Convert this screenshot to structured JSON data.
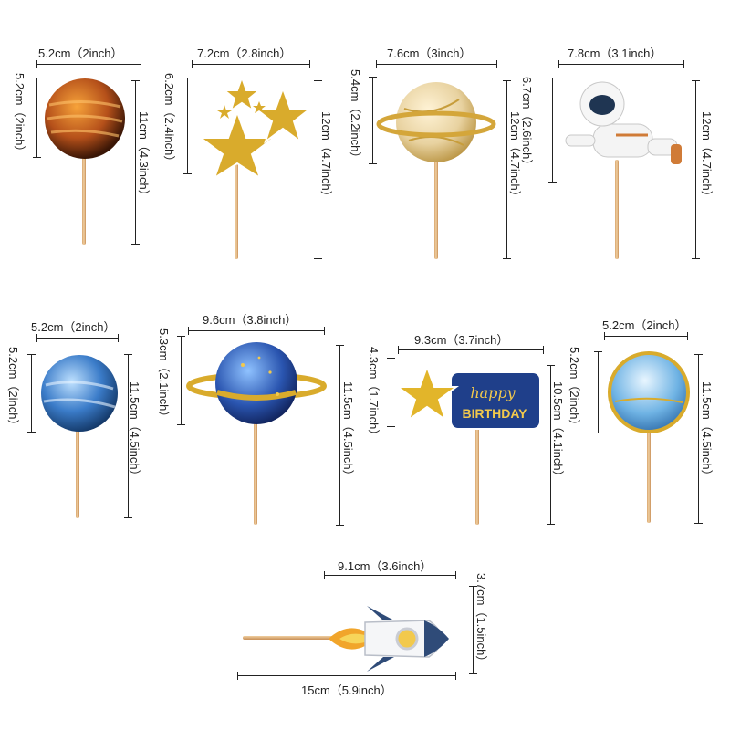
{
  "toppers": [
    {
      "name": "orange-planet",
      "width": "5.2cm（2inch）",
      "height": "5.2cm（2inch）",
      "total": "11cm（4.3inch）"
    },
    {
      "name": "gold-stars",
      "width": "7.2cm（2.8inch）",
      "height": "6.2cm（2.4inch）",
      "total": "12cm（4.7inch）"
    },
    {
      "name": "gold-ringed-planet",
      "width": "7.6cm（3inch）",
      "height": "5.4cm（2.2inch）",
      "total": "12cm（4.7inch）"
    },
    {
      "name": "astronaut",
      "width": "7.8cm（3.1inch）",
      "height": "6.7cm（2.6inch）",
      "total": "12cm（4.7inch）"
    },
    {
      "name": "blue-planet",
      "width": "5.2cm（2inch）",
      "height": "5.2cm（2inch）",
      "total": "11.5cm（4.5inch）"
    },
    {
      "name": "blue-ringed-planet",
      "width": "9.6cm（3.8inch）",
      "height": "5.3cm（2.1inch）",
      "total": "11.5cm（4.5inch）"
    },
    {
      "name": "happy-birthday-star",
      "width": "9.3cm（3.7inch）",
      "height": "4.3cm（1.7inch）",
      "total": "10.5cm（4.1inch）",
      "text_top": "happy",
      "text_bottom": "BIRTHDAY"
    },
    {
      "name": "gold-rim-blue-planet",
      "width": "5.2cm（2inch）",
      "height": "5.2cm（2inch）",
      "total": "11.5cm（4.5inch）"
    },
    {
      "name": "rocket",
      "width": "9.1cm（3.6inch）",
      "height": "3.7cm（1.5inch）",
      "total": "15cm（5.9inch）"
    }
  ],
  "colors": {
    "gold": "#e2b52a",
    "stick": "#e8bb85",
    "blue": "#2d6fc2",
    "navy": "#1f3f8a"
  }
}
